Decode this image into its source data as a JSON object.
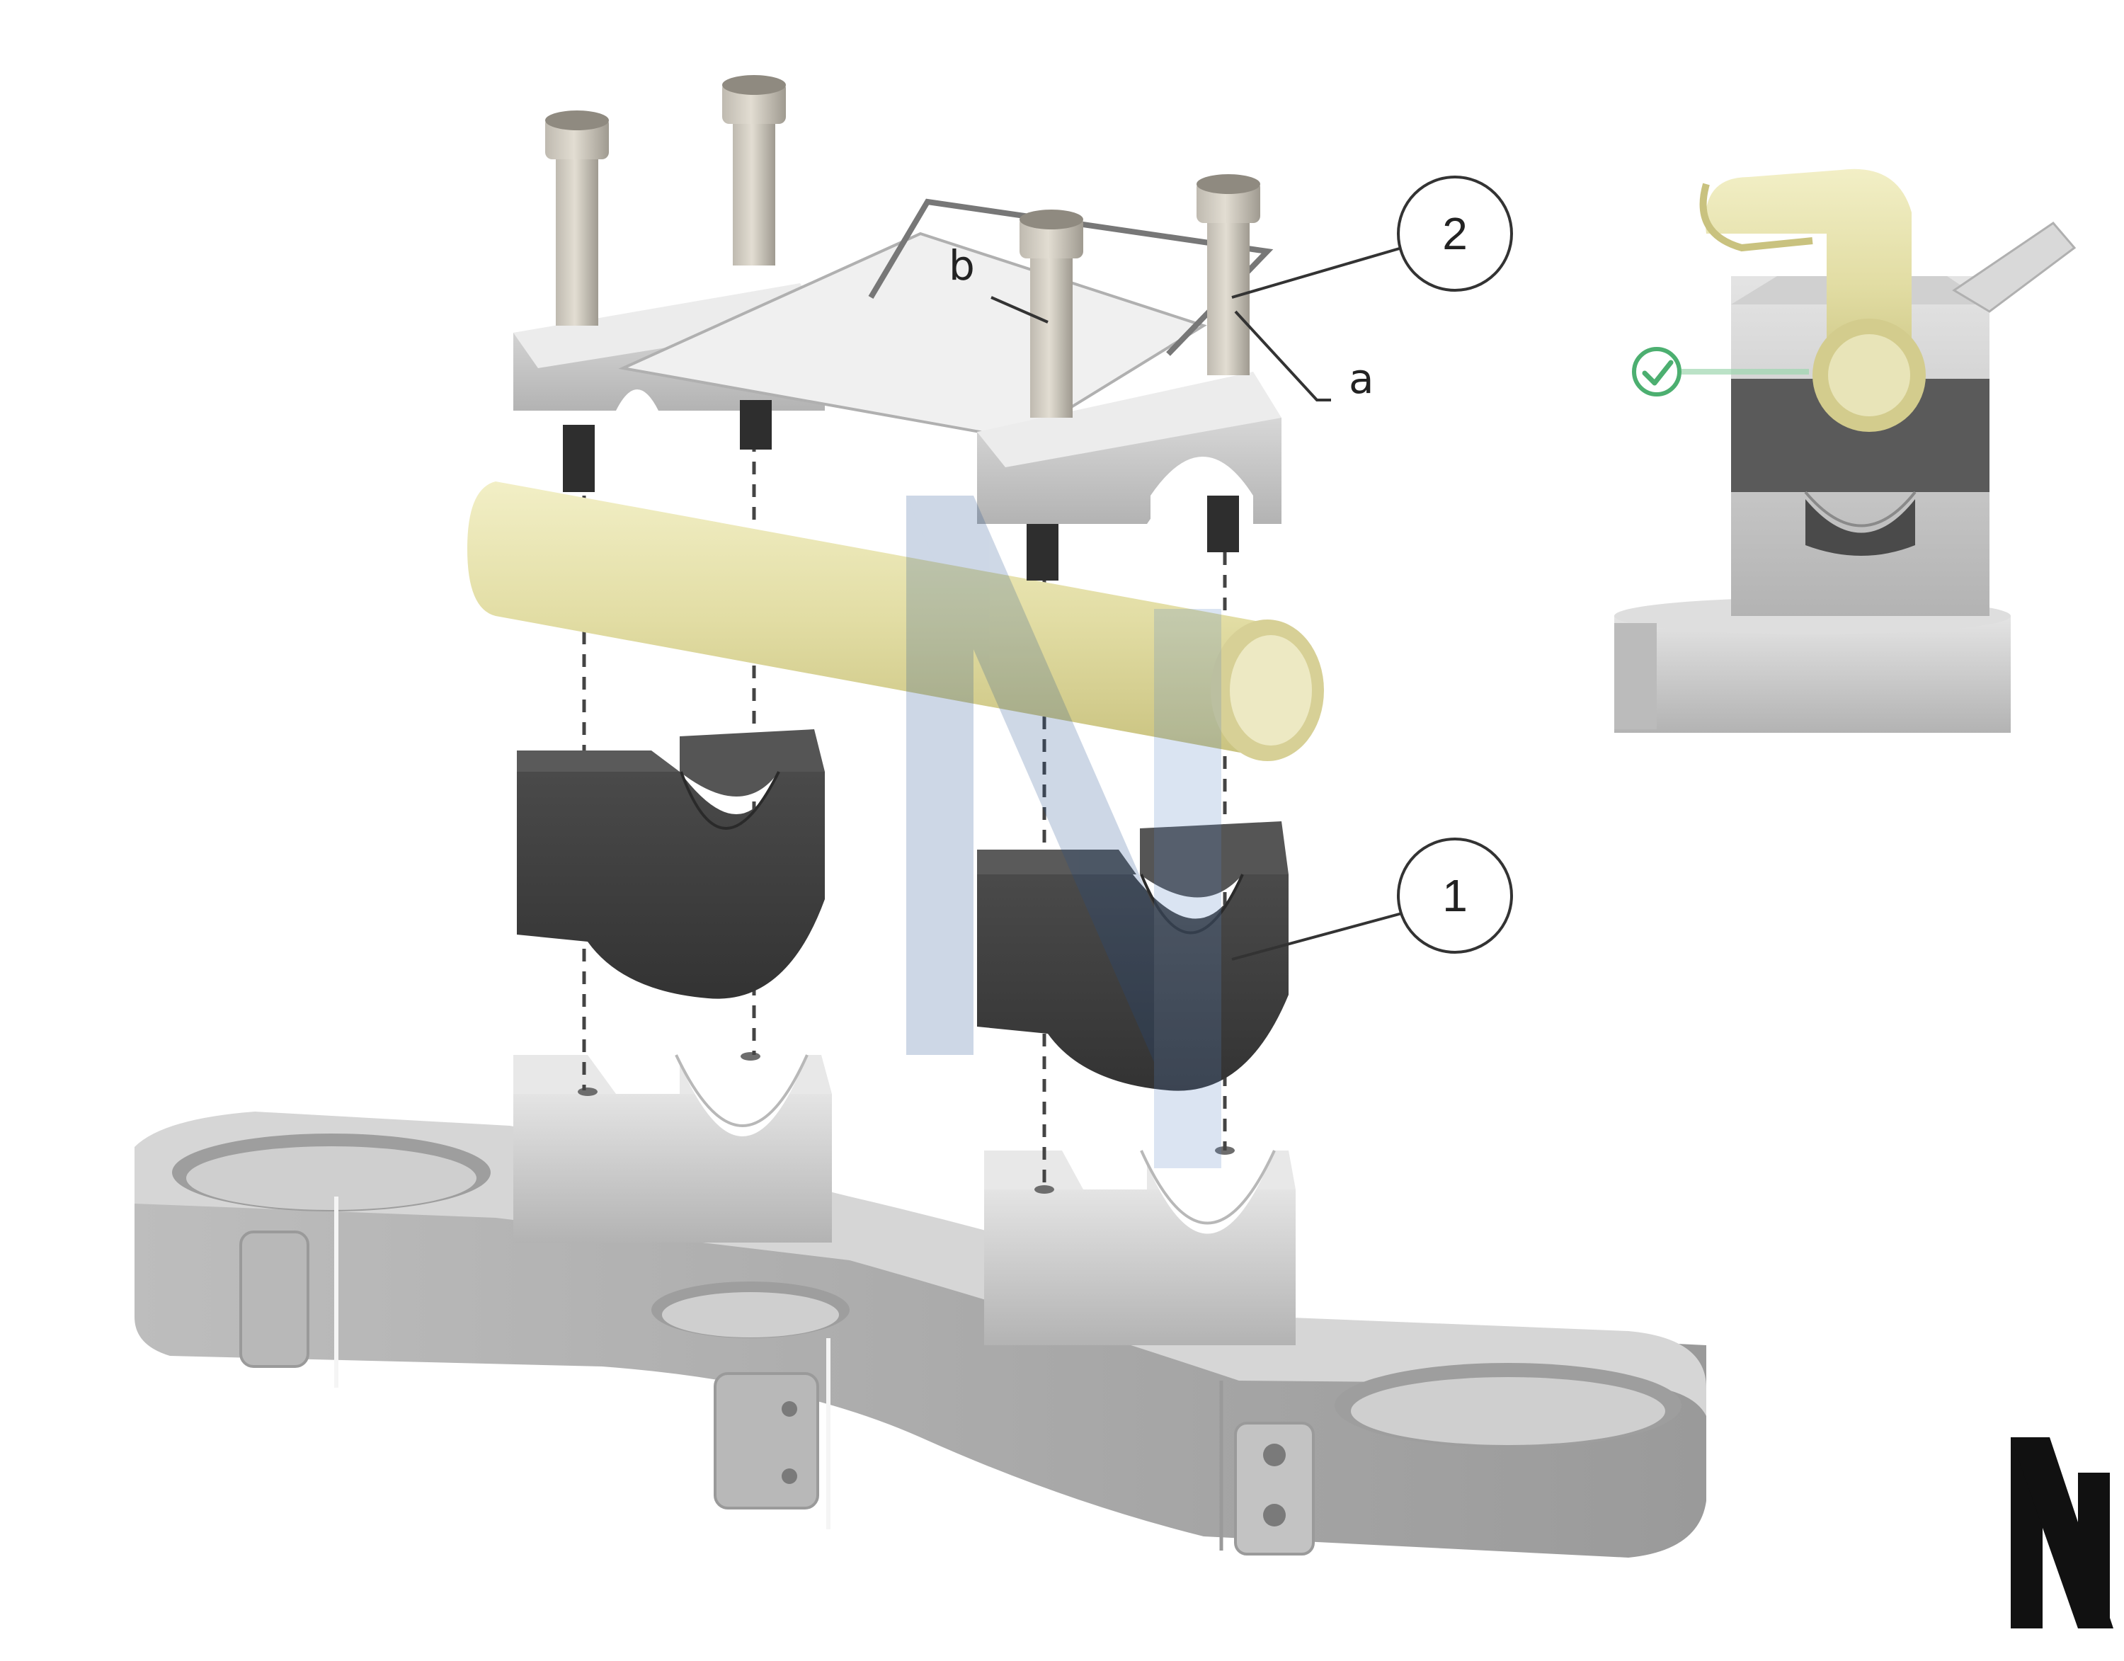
{
  "callouts": {
    "part_1": "1",
    "part_2": "2",
    "letter_a": "a",
    "letter_b": "b"
  },
  "detail_view": {
    "check_icon": "check-circle-icon"
  },
  "watermark": {
    "letter": "N",
    "color_primary": "#1f4d8f"
  },
  "colors": {
    "aluminium": "#c9c9c9",
    "aluminium_dark": "#a9a9a9",
    "rubber": "#3f3f3f",
    "bar": "#e6e2b0",
    "check": "#4caf70"
  }
}
